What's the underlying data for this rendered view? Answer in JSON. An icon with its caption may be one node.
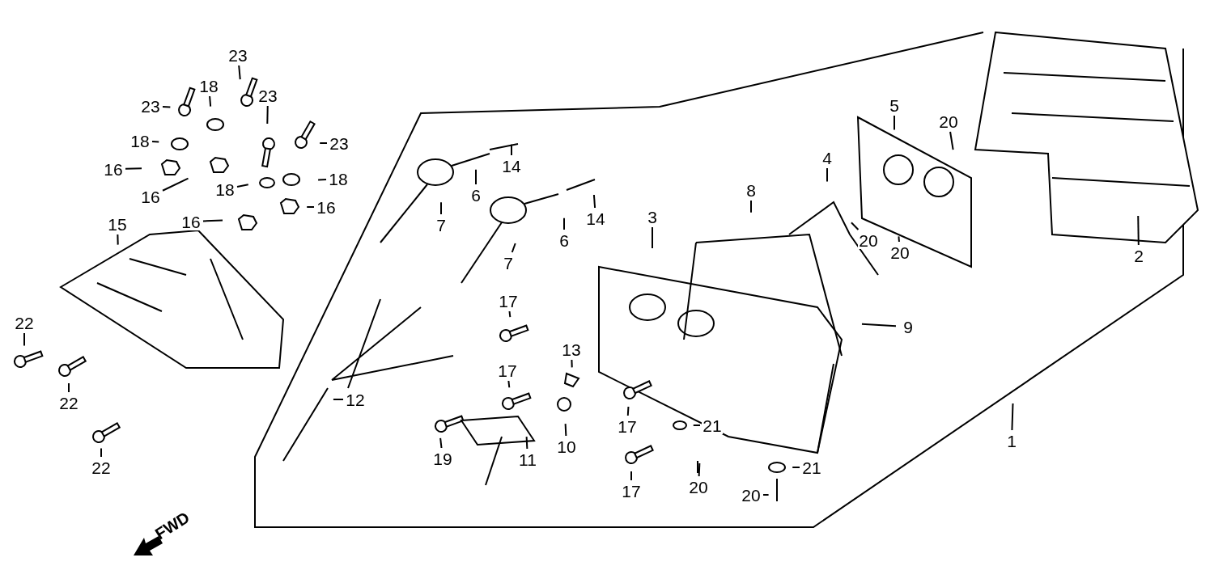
{
  "diagram": {
    "nodes": [
      {
        "text": [
          "23"
        ]
      },
      {
        "text": [
          "18"
        ]
      },
      {
        "text": [
          "23"
        ]
      },
      {
        "text": [
          "23"
        ]
      },
      {
        "text": [
          "23"
        ]
      },
      {
        "text": [
          "18"
        ]
      },
      {
        "text": [
          "16"
        ]
      },
      {
        "text": [
          "18"
        ]
      },
      {
        "text": [
          "5"
        ]
      },
      {
        "text": [
          "20"
        ]
      },
      {
        "text": [
          "14"
        ]
      },
      {
        "text": [
          "4"
        ]
      },
      {
        "text": [
          "16"
        ]
      },
      {
        "text": [
          "8"
        ]
      },
      {
        "text": [
          "18"
        ]
      },
      {
        "text": [
          "6"
        ]
      },
      {
        "text": [
          "16"
        ]
      },
      {
        "text": [
          "16"
        ]
      },
      {
        "text": [
          "15"
        ]
      },
      {
        "text": [
          "14"
        ]
      },
      {
        "text": [
          "7"
        ]
      },
      {
        "text": [
          "3"
        ]
      },
      {
        "text": [
          "6"
        ]
      },
      {
        "text": [
          "20"
        ]
      },
      {
        "text": [
          "20"
        ]
      },
      {
        "text": [
          "2"
        ]
      },
      {
        "text": [
          "7"
        ]
      },
      {
        "text": [
          "17"
        ]
      },
      {
        "text": [
          "9"
        ]
      },
      {
        "text": [
          "22"
        ]
      },
      {
        "text": [
          "17"
        ]
      },
      {
        "text": [
          "13"
        ]
      },
      {
        "text": [
          "12"
        ]
      },
      {
        "text": [
          "22"
        ]
      },
      {
        "text": [
          "21"
        ]
      },
      {
        "text": [
          "17"
        ]
      },
      {
        "text": [
          "1"
        ]
      },
      {
        "text": [
          "10"
        ]
      },
      {
        "text": [
          "11"
        ]
      },
      {
        "text": [
          "19"
        ]
      },
      {
        "text": [
          "22"
        ]
      },
      {
        "text": [
          "21"
        ]
      },
      {
        "text": [
          "20"
        ]
      },
      {
        "text": [
          "17"
        ]
      },
      {
        "text": [
          "20"
        ]
      }
    ],
    "edges": [
      {
        "from": 0,
        "to": null,
        "arrow": "none"
      },
      {
        "from": 1,
        "to": null,
        "arrow": "none"
      },
      {
        "from": 2,
        "to": null,
        "arrow": "none"
      },
      {
        "from": 3,
        "to": null,
        "arrow": "none"
      },
      {
        "from": 4,
        "to": null,
        "arrow": "none"
      },
      {
        "from": 5,
        "to": null,
        "arrow": "none"
      },
      {
        "from": 6,
        "to": null,
        "arrow": "none"
      },
      {
        "from": 7,
        "to": null,
        "arrow": "none"
      },
      {
        "from": 8,
        "to": null,
        "arrow": "none"
      },
      {
        "from": 9,
        "to": null,
        "arrow": "none"
      },
      {
        "from": 10,
        "to": null,
        "arrow": "none"
      },
      {
        "from": 11,
        "to": null,
        "arrow": "none"
      },
      {
        "from": 12,
        "to": null,
        "arrow": "none"
      },
      {
        "from": 13,
        "to": null,
        "arrow": "none"
      },
      {
        "from": 14,
        "to": null,
        "arrow": "none"
      },
      {
        "from": 15,
        "to": null,
        "arrow": "none"
      },
      {
        "from": 16,
        "to": null,
        "arrow": "none"
      },
      {
        "from": 17,
        "to": null,
        "arrow": "none"
      },
      {
        "from": 18,
        "to": null,
        "arrow": "none"
      },
      {
        "from": 19,
        "to": null,
        "arrow": "none"
      },
      {
        "from": 20,
        "to": null,
        "arrow": "none"
      },
      {
        "from": 21,
        "to": null,
        "arrow": "none"
      },
      {
        "from": 22,
        "to": null,
        "arrow": "none"
      },
      {
        "from": 23,
        "to": null,
        "arrow": "none"
      },
      {
        "from": 24,
        "to": null,
        "arrow": "none"
      },
      {
        "from": 25,
        "to": null,
        "arrow": "none"
      },
      {
        "from": 26,
        "to": null,
        "arrow": "none"
      },
      {
        "from": 27,
        "to": null,
        "arrow": "none"
      },
      {
        "from": 28,
        "to": null,
        "arrow": "none"
      },
      {
        "from": 29,
        "to": null,
        "arrow": "none"
      },
      {
        "from": 30,
        "to": null,
        "arrow": "none"
      },
      {
        "from": 31,
        "to": null,
        "arrow": "none"
      },
      {
        "from": 32,
        "to": null,
        "arrow": "none"
      },
      {
        "from": 33,
        "to": null,
        "arrow": "none"
      },
      {
        "from": 34,
        "to": null,
        "arrow": "none"
      },
      {
        "from": 35,
        "to": null,
        "arrow": "none"
      },
      {
        "from": 36,
        "to": null,
        "arrow": "none"
      },
      {
        "from": 37,
        "to": null,
        "arrow": "none"
      },
      {
        "from": 38,
        "to": null,
        "arrow": "none"
      },
      {
        "from": 39,
        "to": null,
        "arrow": "none"
      },
      {
        "from": 40,
        "to": null,
        "arrow": "none"
      },
      {
        "from": 41,
        "to": null,
        "arrow": "none"
      },
      {
        "from": 42,
        "to": null,
        "arrow": "none"
      },
      {
        "from": 43,
        "to": null,
        "arrow": "none"
      },
      {
        "from": 44,
        "to": null,
        "arrow": "none"
      }
    ],
    "labels": [
      "FWD"
    ]
  }
}
